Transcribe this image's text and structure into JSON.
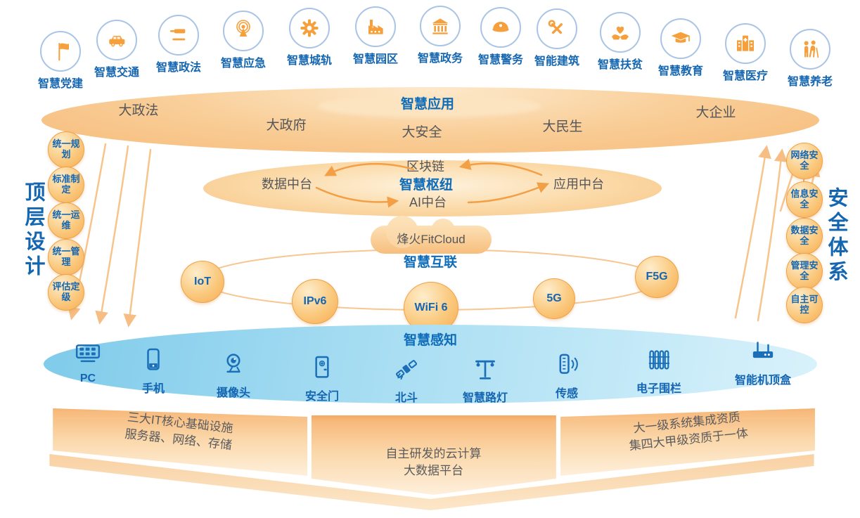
{
  "colors": {
    "accent_orange": "#F5A03C",
    "brand_blue": "#1566B0",
    "layer_title_blue": "#0E6CB8",
    "text_gray": "#55565A",
    "sense_blue": "#7FCBEA"
  },
  "top_apps": [
    {
      "label": "智慧党建",
      "icon": "flag-icon"
    },
    {
      "label": "智慧交通",
      "icon": "car-icon"
    },
    {
      "label": "智慧政法",
      "icon": "gavel-icon"
    },
    {
      "label": "智慧应急",
      "icon": "broadcast-icon"
    },
    {
      "label": "智慧城轨",
      "icon": "gear-icon"
    },
    {
      "label": "智慧园区",
      "icon": "factory-icon"
    },
    {
      "label": "智慧政务",
      "icon": "government-icon"
    },
    {
      "label": "智慧警务",
      "icon": "police-cap-icon"
    },
    {
      "label": "智能建筑",
      "icon": "tools-icon"
    },
    {
      "label": "智慧扶贫",
      "icon": "charity-icon"
    },
    {
      "label": "智慧教育",
      "icon": "graduation-icon"
    },
    {
      "label": "智慧医疗",
      "icon": "hospital-icon"
    },
    {
      "label": "智慧养老",
      "icon": "elderly-icon"
    }
  ],
  "application_layer": {
    "title": "智慧应用",
    "items": [
      {
        "label": "大政法"
      },
      {
        "label": "大政府"
      },
      {
        "label": "大安全"
      },
      {
        "label": "大民生"
      },
      {
        "label": "大企业"
      }
    ]
  },
  "hub_layer": {
    "title": "智慧枢纽",
    "top": "区块链",
    "bottom": "AI中台",
    "left": "数据中台",
    "right": "应用中台"
  },
  "cloud": {
    "label": "烽火FitCloud"
  },
  "interconnect_layer": {
    "title": "智慧互联",
    "nodes": [
      {
        "label": "IoT"
      },
      {
        "label": "IPv6"
      },
      {
        "label": "WiFi 6"
      },
      {
        "label": "5G"
      },
      {
        "label": "F5G"
      }
    ]
  },
  "sensing_layer": {
    "title": "智慧感知",
    "devices": [
      {
        "label": "PC",
        "icon": "keyboard-icon"
      },
      {
        "label": "手机",
        "icon": "phone-icon"
      },
      {
        "label": "摄像头",
        "icon": "camera-icon"
      },
      {
        "label": "安全门",
        "icon": "door-icon"
      },
      {
        "label": "北斗",
        "icon": "satellite-icon"
      },
      {
        "label": "智慧路灯",
        "icon": "streetlamp-icon"
      },
      {
        "label": "传感",
        "icon": "sensor-icon"
      },
      {
        "label": "电子围栏",
        "icon": "fence-icon"
      },
      {
        "label": "智能机顶盒",
        "icon": "settop-box-icon"
      }
    ]
  },
  "foundation_panels": [
    {
      "line1": "三大IT核心基础设施",
      "line2": "服务器、网络、存储"
    },
    {
      "line1": "自主研发的云计算",
      "line2": "大数据平台"
    },
    {
      "line1": "大一级系统集成资质",
      "line2": "集四大甲级资质于一体"
    }
  ],
  "left_rail": {
    "title": "顶层设计",
    "items": [
      {
        "label": "统一规划"
      },
      {
        "label": "标准制定"
      },
      {
        "label": "统一运维"
      },
      {
        "label": "统一管理"
      },
      {
        "label": "评估定级"
      }
    ]
  },
  "right_rail": {
    "title": "安全体系",
    "items": [
      {
        "label": "网络安全"
      },
      {
        "label": "信息安全"
      },
      {
        "label": "数据安全"
      },
      {
        "label": "管理安全"
      },
      {
        "label": "自主可控"
      }
    ]
  }
}
